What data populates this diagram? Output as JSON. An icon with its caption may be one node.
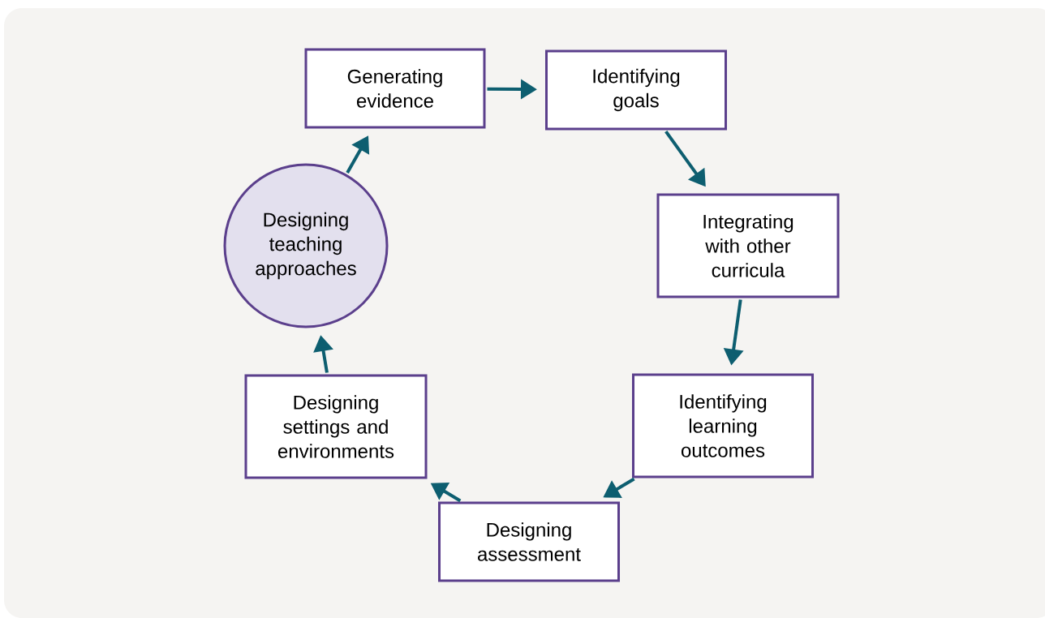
{
  "diagram": {
    "nodes": [
      {
        "text": [
          "Generating evidence"
        ]
      },
      {
        "text": [
          "Identifying goals"
        ]
      },
      {
        "text": [
          "Integrating with other curricula"
        ]
      },
      {
        "text": [
          "Identifying learning outcomes"
        ]
      },
      {
        "text": [
          "Designing assessment"
        ]
      },
      {
        "text": [
          "Designing settings and environments"
        ]
      },
      {
        "text": [
          "Designing teaching approaches"
        ]
      }
    ],
    "edges": [
      {
        "from": 0,
        "to": 1,
        "arrow": "to"
      },
      {
        "from": 1,
        "to": 2,
        "arrow": "to"
      },
      {
        "from": 2,
        "to": 3,
        "arrow": "to"
      },
      {
        "from": 3,
        "to": 4,
        "arrow": "to"
      },
      {
        "from": 4,
        "to": 5,
        "arrow": "to"
      },
      {
        "from": 5,
        "to": 6,
        "arrow": "to"
      },
      {
        "from": 6,
        "to": 0,
        "arrow": "to"
      }
    ]
  }
}
